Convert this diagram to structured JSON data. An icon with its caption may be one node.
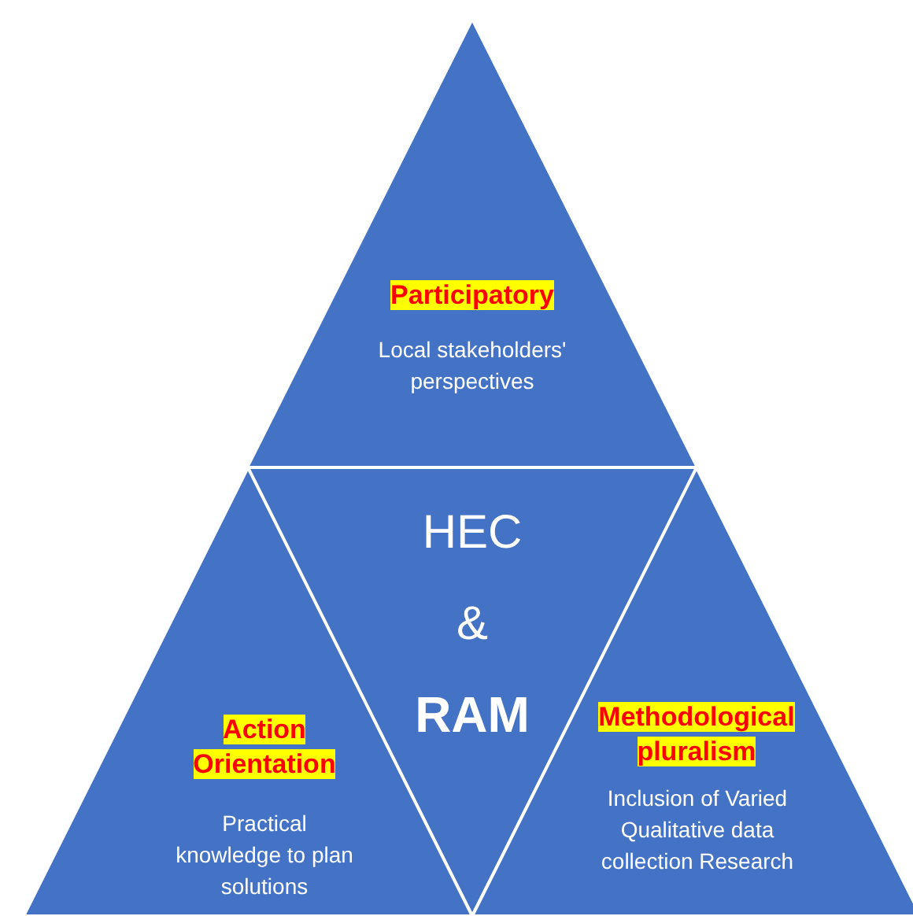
{
  "diagram": {
    "nodes": [
      {
        "text": [
          "Participatory",
          "Local stakeholders' perspectives"
        ]
      },
      {
        "text": [
          "HEC",
          "&",
          "RAM"
        ]
      },
      {
        "text": [
          "Action Orientation",
          "Practical knowledge to plan solutions"
        ]
      },
      {
        "text": [
          "Methodological pluralism",
          "Inclusion of Varied Qualitative data collection Research"
        ]
      }
    ],
    "edges": []
  }
}
